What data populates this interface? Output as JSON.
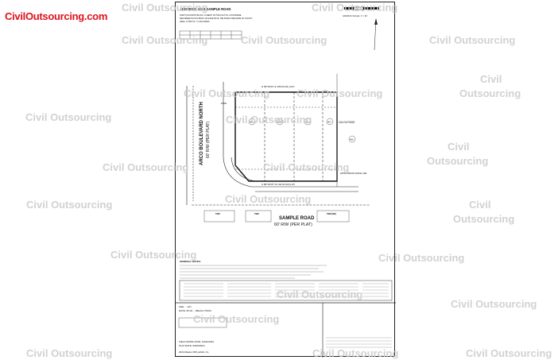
{
  "logo": {
    "text": "CivilOutsourcing.com"
  },
  "watermark": "Civil Outsourcing",
  "watermark2": "Outsourcing",
  "watermark3": "Civil",
  "header": {
    "address": "ADDRESS: 2323 SAMPLE ROAD",
    "line1": "NORTH 32 NORTH BLOCK 1 CREDIT OF THE PLAT OF 1 ANYWHERE",
    "line2": "RECORDED IN PLAT BOOK 123 PAGE 99 OF THE PUBLIC RECORDS OF COUNTY",
    "line3": "AREA: 17,586 S.F. = 0.404 ACRES",
    "graphic_scale": "GRAPHIC SCALE: 1\" = 30'"
  },
  "roads": {
    "west": "ARCO BOULEVARD NORTH",
    "west_rw": "60' R/W (PER PLAT)",
    "south": "SAMPLE ROAD",
    "south_rw": "60' R/W (PER PLAT)"
  },
  "lots": [
    "(44)",
    "(45)",
    "(46)",
    "(47)",
    "(48)"
  ],
  "labels": {
    "north_bearing": "N 89°39'04\" E 185.00 (M) (L/P)",
    "south_bearing": "S 89°30'26\" W 140.00 (M) (L/P)",
    "onsite": "O/A OUTSIDE",
    "approx_fence": "APPROXIMATE FENCE LINE",
    "zone": "ZONE",
    "tbm1": "TBM",
    "tbm2": "TBM",
    "tbm3": "TBM (ND)"
  },
  "notes": {
    "title": "GENERAL NOTES:"
  },
  "titleblock": {
    "line1": "SHE... ..DN",
    "line2": "DATE: 05-03 ... BEACH TODS",
    "line3": "FIELD WORK DATE: 10/04/2024",
    "line4": "PLAT DATE: 00/00/2024",
    "line5": "2024 Master MIN_EARL, FL"
  }
}
